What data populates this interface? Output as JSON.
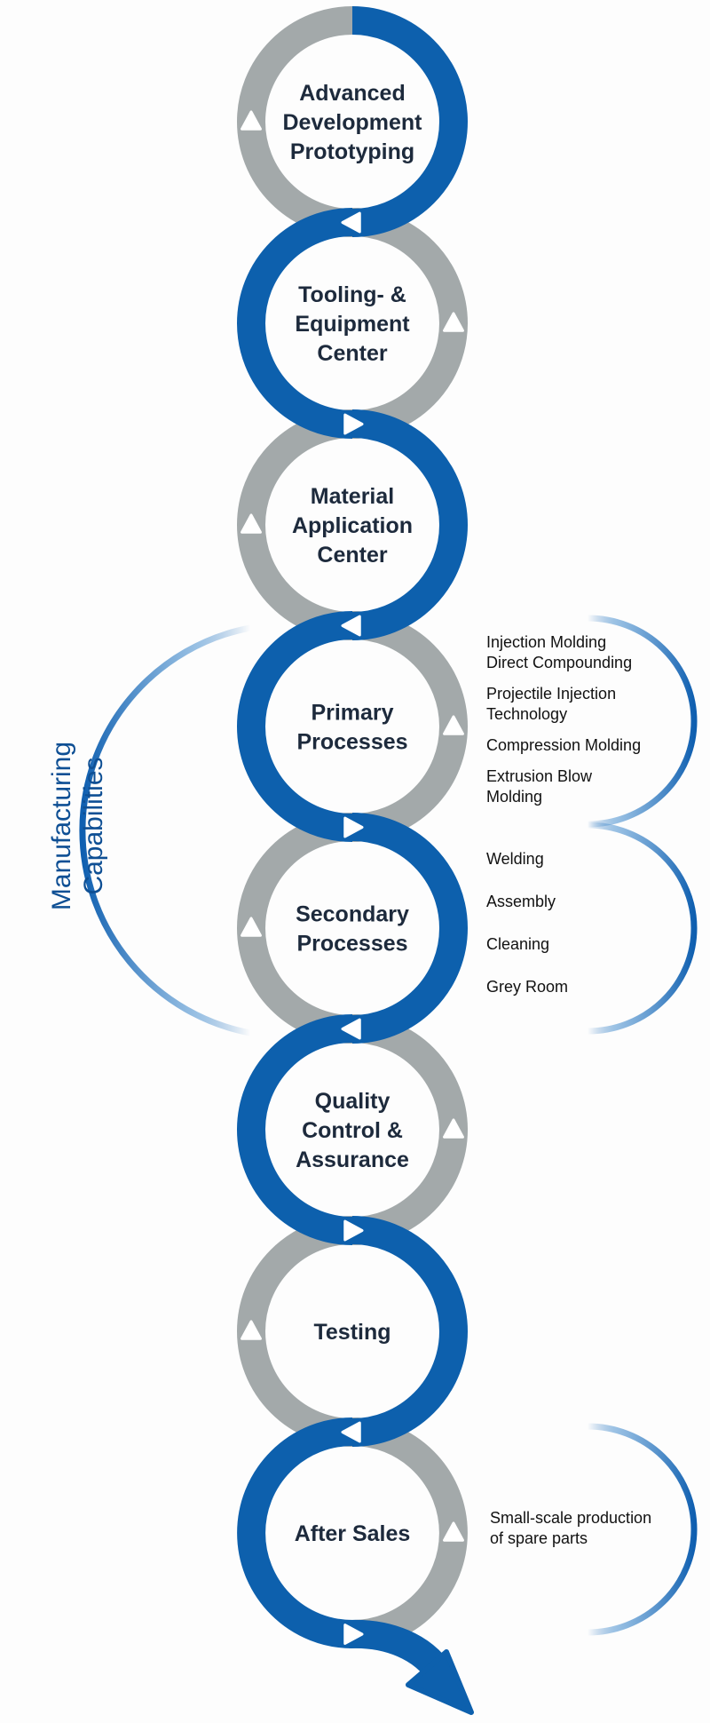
{
  "colors": {
    "blue": "#0d60ad",
    "grey": "#a3a9aa",
    "text": "#1d2a3c",
    "arc": "#1565b5"
  },
  "steps": [
    {
      "lines": [
        "Advanced",
        "Development",
        "Prototyping"
      ]
    },
    {
      "lines": [
        "Tooling- &",
        "Equipment",
        "Center"
      ]
    },
    {
      "lines": [
        "Material",
        "Application",
        "Center"
      ]
    },
    {
      "lines": [
        "Primary",
        "Processes"
      ]
    },
    {
      "lines": [
        "Secondary",
        "Processes"
      ]
    },
    {
      "lines": [
        "Quality",
        "Control &",
        "Assurance"
      ]
    },
    {
      "lines": [
        "Testing"
      ]
    },
    {
      "lines": [
        "After Sales"
      ]
    }
  ],
  "group_label": {
    "line1": "Manufacturing",
    "line2": "Capabilities"
  },
  "primary_processes_list": [
    {
      "lines": [
        "Injection Molding",
        "Direct Compounding"
      ]
    },
    {
      "lines": [
        "Projectile Injection",
        "Technology"
      ]
    },
    {
      "lines": [
        "Compression Molding"
      ]
    },
    {
      "lines": [
        "Extrusion Blow",
        "Molding"
      ]
    }
  ],
  "secondary_processes_list": [
    "Welding",
    "Assembly",
    "Cleaning",
    "Grey Room"
  ],
  "after_sales_list": [
    "Small-scale production",
    "of spare parts"
  ]
}
